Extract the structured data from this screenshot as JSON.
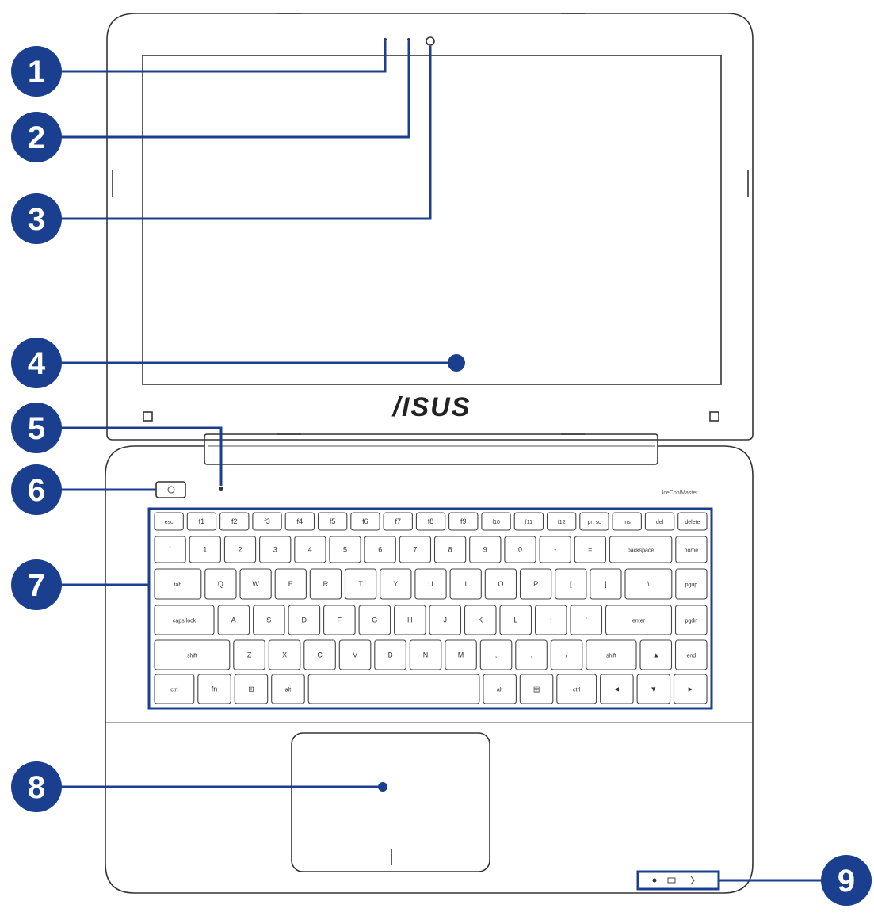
{
  "brand": {
    "logo_text": "/ISUS",
    "palmrest_label": "IceCoolMaster"
  },
  "colors": {
    "callout": "#1b3f8f",
    "outline": "#333333",
    "keyboard_highlight": "#1b3f8f"
  },
  "callouts": [
    {
      "number": "1",
      "part": "camera-indicator"
    },
    {
      "number": "2",
      "part": "camera"
    },
    {
      "number": "3",
      "part": "ambient-light-sensor"
    },
    {
      "number": "4",
      "part": "display-panel"
    },
    {
      "number": "5",
      "part": "microphone"
    },
    {
      "number": "6",
      "part": "power-button"
    },
    {
      "number": "7",
      "part": "keyboard"
    },
    {
      "number": "8",
      "part": "touchpad"
    },
    {
      "number": "9",
      "part": "status-indicators"
    }
  ],
  "keyboard": {
    "rows": [
      [
        "esc",
        "f1",
        "f2",
        "f3",
        "f4",
        "f5",
        "f6",
        "f7",
        "f8",
        "f9",
        "f10",
        "f11",
        "f12",
        "prt sc",
        "ins",
        "del",
        "delete"
      ],
      [
        "`",
        "1",
        "2",
        "3",
        "4",
        "5",
        "6",
        "7",
        "8",
        "9",
        "0",
        "-",
        "=",
        "backspace",
        "home"
      ],
      [
        "tab",
        "Q",
        "W",
        "E",
        "R",
        "T",
        "Y",
        "U",
        "I",
        "O",
        "P",
        "[",
        "]",
        "\\",
        "pgup"
      ],
      [
        "caps lock",
        "A",
        "S",
        "D",
        "F",
        "G",
        "H",
        "J",
        "K",
        "L",
        ";",
        "'",
        "enter",
        "pgdn"
      ],
      [
        "shift",
        "Z",
        "X",
        "C",
        "V",
        "B",
        "N",
        "M",
        ",",
        ".",
        "/",
        "shift",
        "▲",
        "end"
      ],
      [
        "ctrl",
        "fn",
        "⊞",
        "alt",
        "",
        "alt",
        "▤",
        "ctrl",
        "◄",
        "▼",
        "►"
      ]
    ]
  }
}
